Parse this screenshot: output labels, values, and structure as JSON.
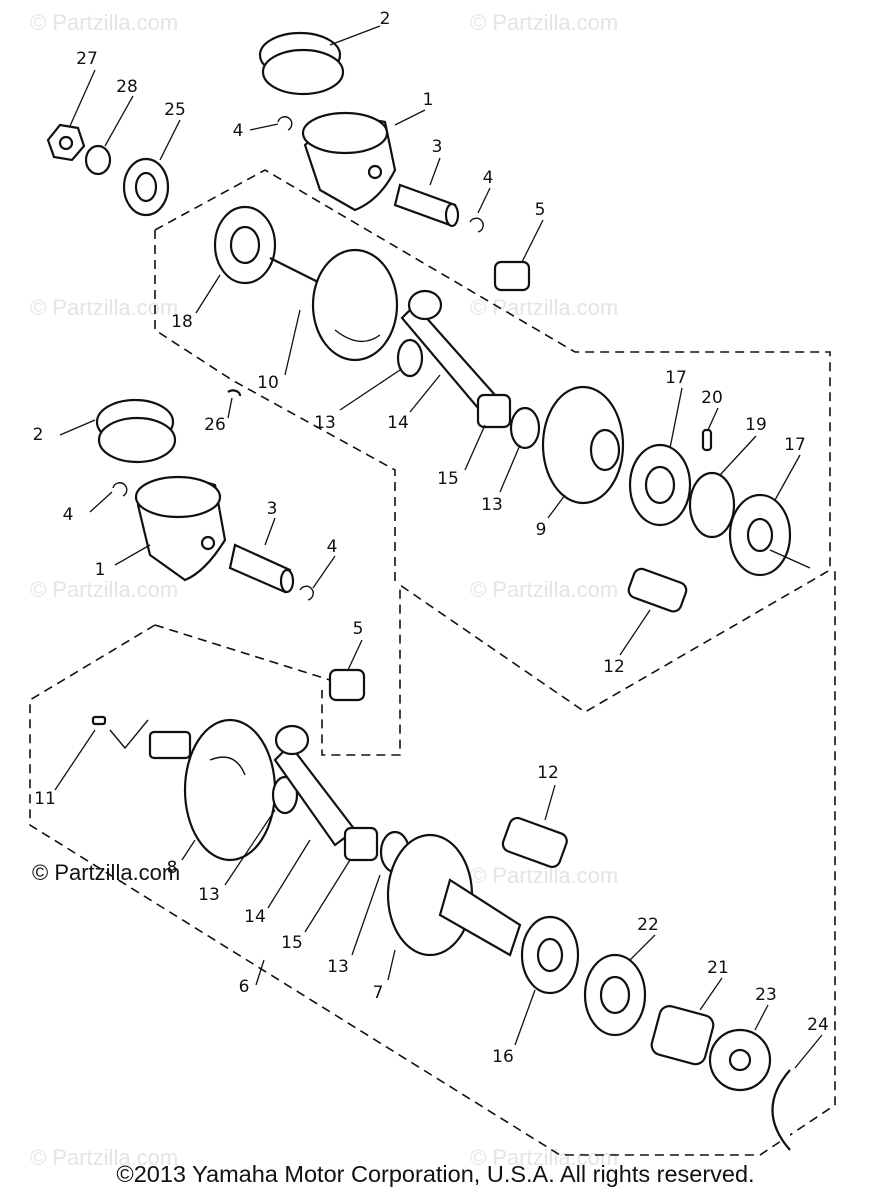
{
  "watermark": "© Partzilla.com",
  "brand_overlay": "© Partzilla.com",
  "copyright": "©2013 Yamaha Motor Corporation, U.S.A. All rights reserved.",
  "callouts": [
    "1",
    "1",
    "2",
    "2",
    "3",
    "3",
    "4",
    "4",
    "4",
    "4",
    "5",
    "5",
    "6",
    "7",
    "8",
    "9",
    "10",
    "11",
    "12",
    "12",
    "13",
    "13",
    "13",
    "13",
    "14",
    "14",
    "15",
    "15",
    "16",
    "17",
    "17",
    "18",
    "19",
    "20",
    "21",
    "22",
    "23",
    "24",
    "25",
    "26",
    "27",
    "28"
  ]
}
